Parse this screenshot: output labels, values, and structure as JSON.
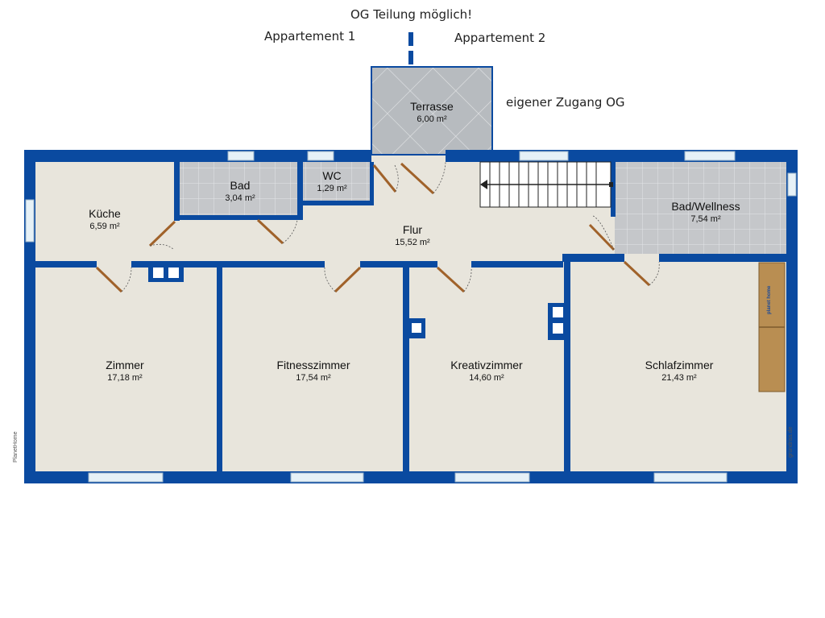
{
  "notes": {
    "split": "OG Teilung möglich!",
    "apartment1": "Appartement 1",
    "apartment2": "Appartement 2",
    "entrance": "eigener Zugang OG"
  },
  "rooms": {
    "terrace": {
      "name": "Terrasse",
      "area": "6,00 m²"
    },
    "bath": {
      "name": "Bad",
      "area": "3,04 m²"
    },
    "wc": {
      "name": "WC",
      "area": "1,29 m²"
    },
    "kitchen": {
      "name": "Küche",
      "area": "6,59 m²"
    },
    "hall": {
      "name": "Flur",
      "area": "15,52 m²"
    },
    "wellness": {
      "name": "Bad/Wellness",
      "area": "7,54 m²"
    },
    "room": {
      "name": "Zimmer",
      "area": "17,18 m²"
    },
    "fitness": {
      "name": "Fitnesszimmer",
      "area": "17,54 m²"
    },
    "creative": {
      "name": "Kreativzimmer",
      "area": "14,60 m²"
    },
    "bedroom": {
      "name": "Schlafzimmer",
      "area": "21,43 m²"
    }
  },
  "credits": {
    "left": "PlanetHome",
    "right": "grundriss.de",
    "logo": "planet home"
  },
  "colors": {
    "wall": "#0a4aa0",
    "floor": "#e8e5dc",
    "tile": "#c4c6c9",
    "terrace": "#b8bcc0",
    "door": "#a0622a",
    "wardrobe": "#b98e52",
    "window": "#e6f1f7"
  }
}
